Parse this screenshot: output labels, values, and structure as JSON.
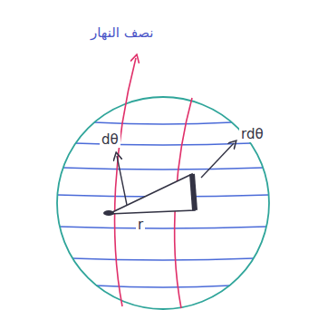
{
  "diagram": {
    "labels": [
      "نصف النهار",
      "dθ",
      "rdθ",
      "r"
    ]
  }
}
